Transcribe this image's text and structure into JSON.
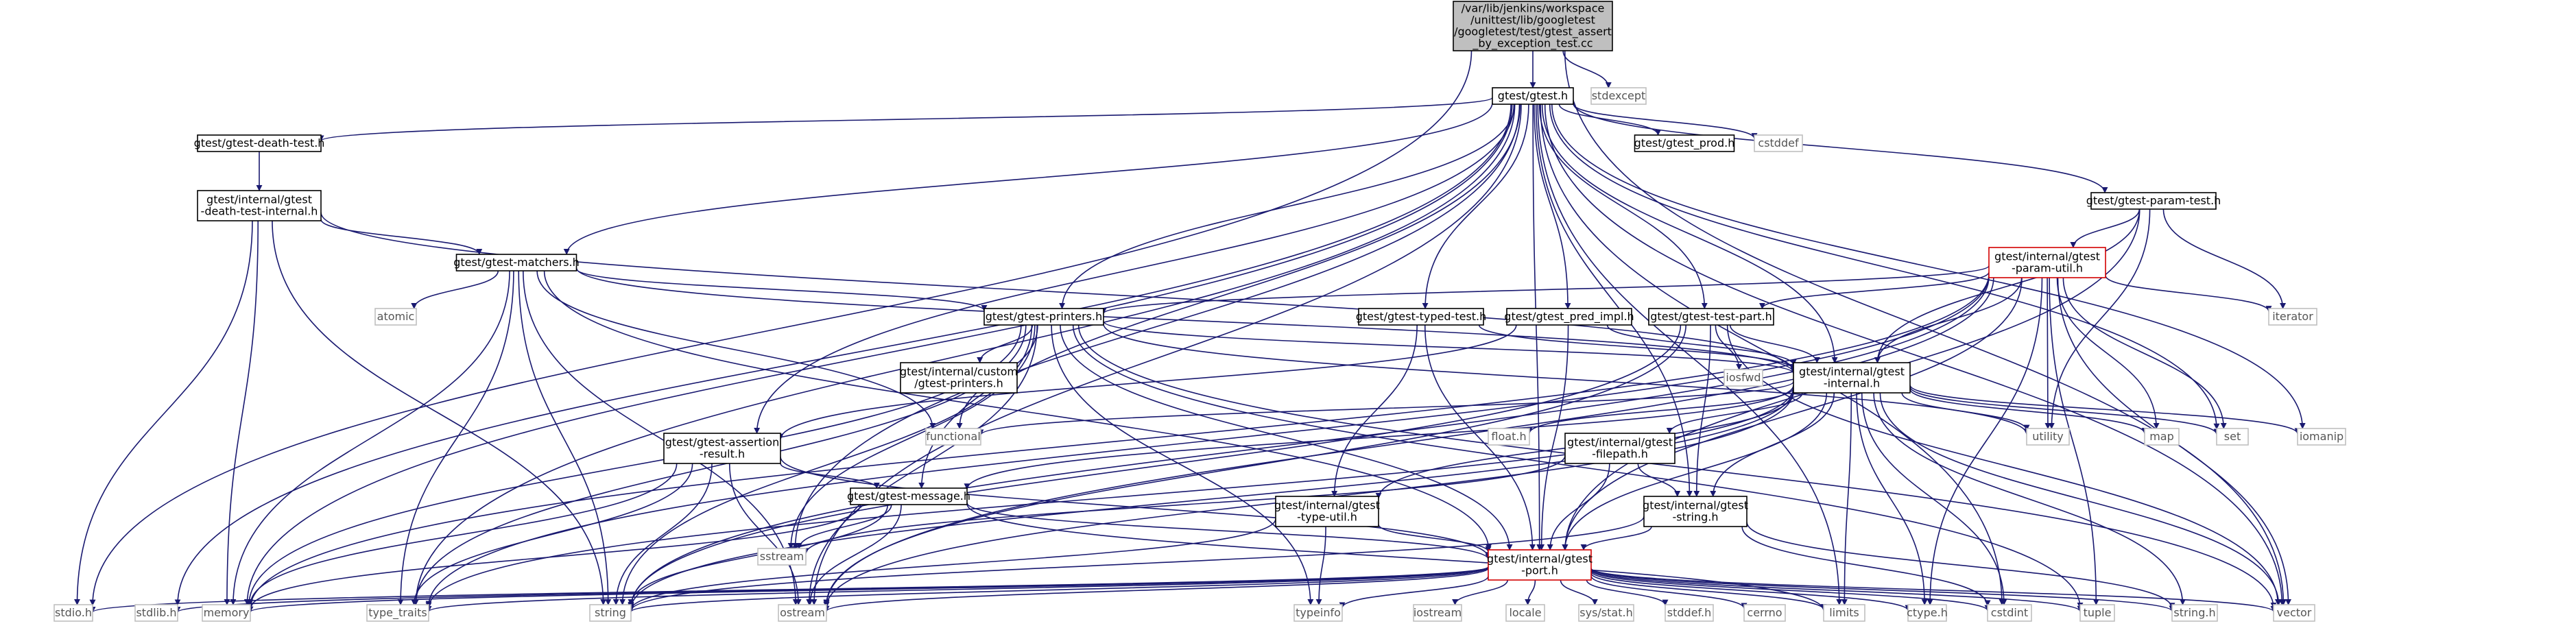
{
  "nodes": {
    "root": "/var/lib/jenkins/workspace\n/unittest/lib/googletest\n/googletest/test/gtest_assert\n_by_exception_test.cc",
    "gtest": "gtest/gtest.h",
    "stdexcept": "stdexcept",
    "death_test": "gtest/gtest-death-test.h",
    "death_internal": "gtest/internal/gtest\n-death-test-internal.h",
    "prod": "gtest/gtest_prod.h",
    "cstddef": "cstddef",
    "param_test": "gtest/gtest-param-test.h",
    "param_util": "gtest/internal/gtest\n-param-util.h",
    "matchers": "gtest/gtest-matchers.h",
    "atomic": "atomic",
    "printers": "gtest/gtest-printers.h",
    "typed_test": "gtest/gtest-typed-test.h",
    "pred_impl": "gtest/gtest_pred_impl.h",
    "test_part": "gtest/gtest-test-part.h",
    "iterator": "iterator",
    "custom_printers": "gtest/internal/custom\n/gtest-printers.h",
    "internal": "gtest/internal/gtest\n-internal.h",
    "iosfwd": "iosfwd",
    "assertion_result": "gtest/gtest-assertion\n-result.h",
    "functional": "functional",
    "float_h": "float.h",
    "filepath": "gtest/internal/gtest\n-filepath.h",
    "utility": "utility",
    "map": "map",
    "set": "set",
    "iomanip": "iomanip",
    "message": "gtest/gtest-message.h",
    "type_util": "gtest/internal/gtest\n-type-util.h",
    "string_h_int": "gtest/internal/gtest\n-string.h",
    "sstream": "sstream",
    "port": "gtest/internal/gtest\n-port.h",
    "stdio": "stdio.h",
    "stdlib": "stdlib.h",
    "memory": "memory",
    "type_traits": "type_traits",
    "string": "string",
    "ostream": "ostream",
    "typeinfo": "typeinfo",
    "iostream": "iostream",
    "locale": "locale",
    "sys_stat": "sys/stat.h",
    "stddef": "stddef.h",
    "cerrno": "cerrno",
    "limits": "limits",
    "ctype": "ctype.h",
    "cstdint": "cstdint",
    "tuple": "tuple",
    "string_c": "string.h",
    "vector": "vector"
  },
  "colors": {
    "edge": "#191970",
    "root_fill": "#bfbfbf",
    "highlight_border": "#d40000",
    "external_border": "#bfbfbf"
  }
}
